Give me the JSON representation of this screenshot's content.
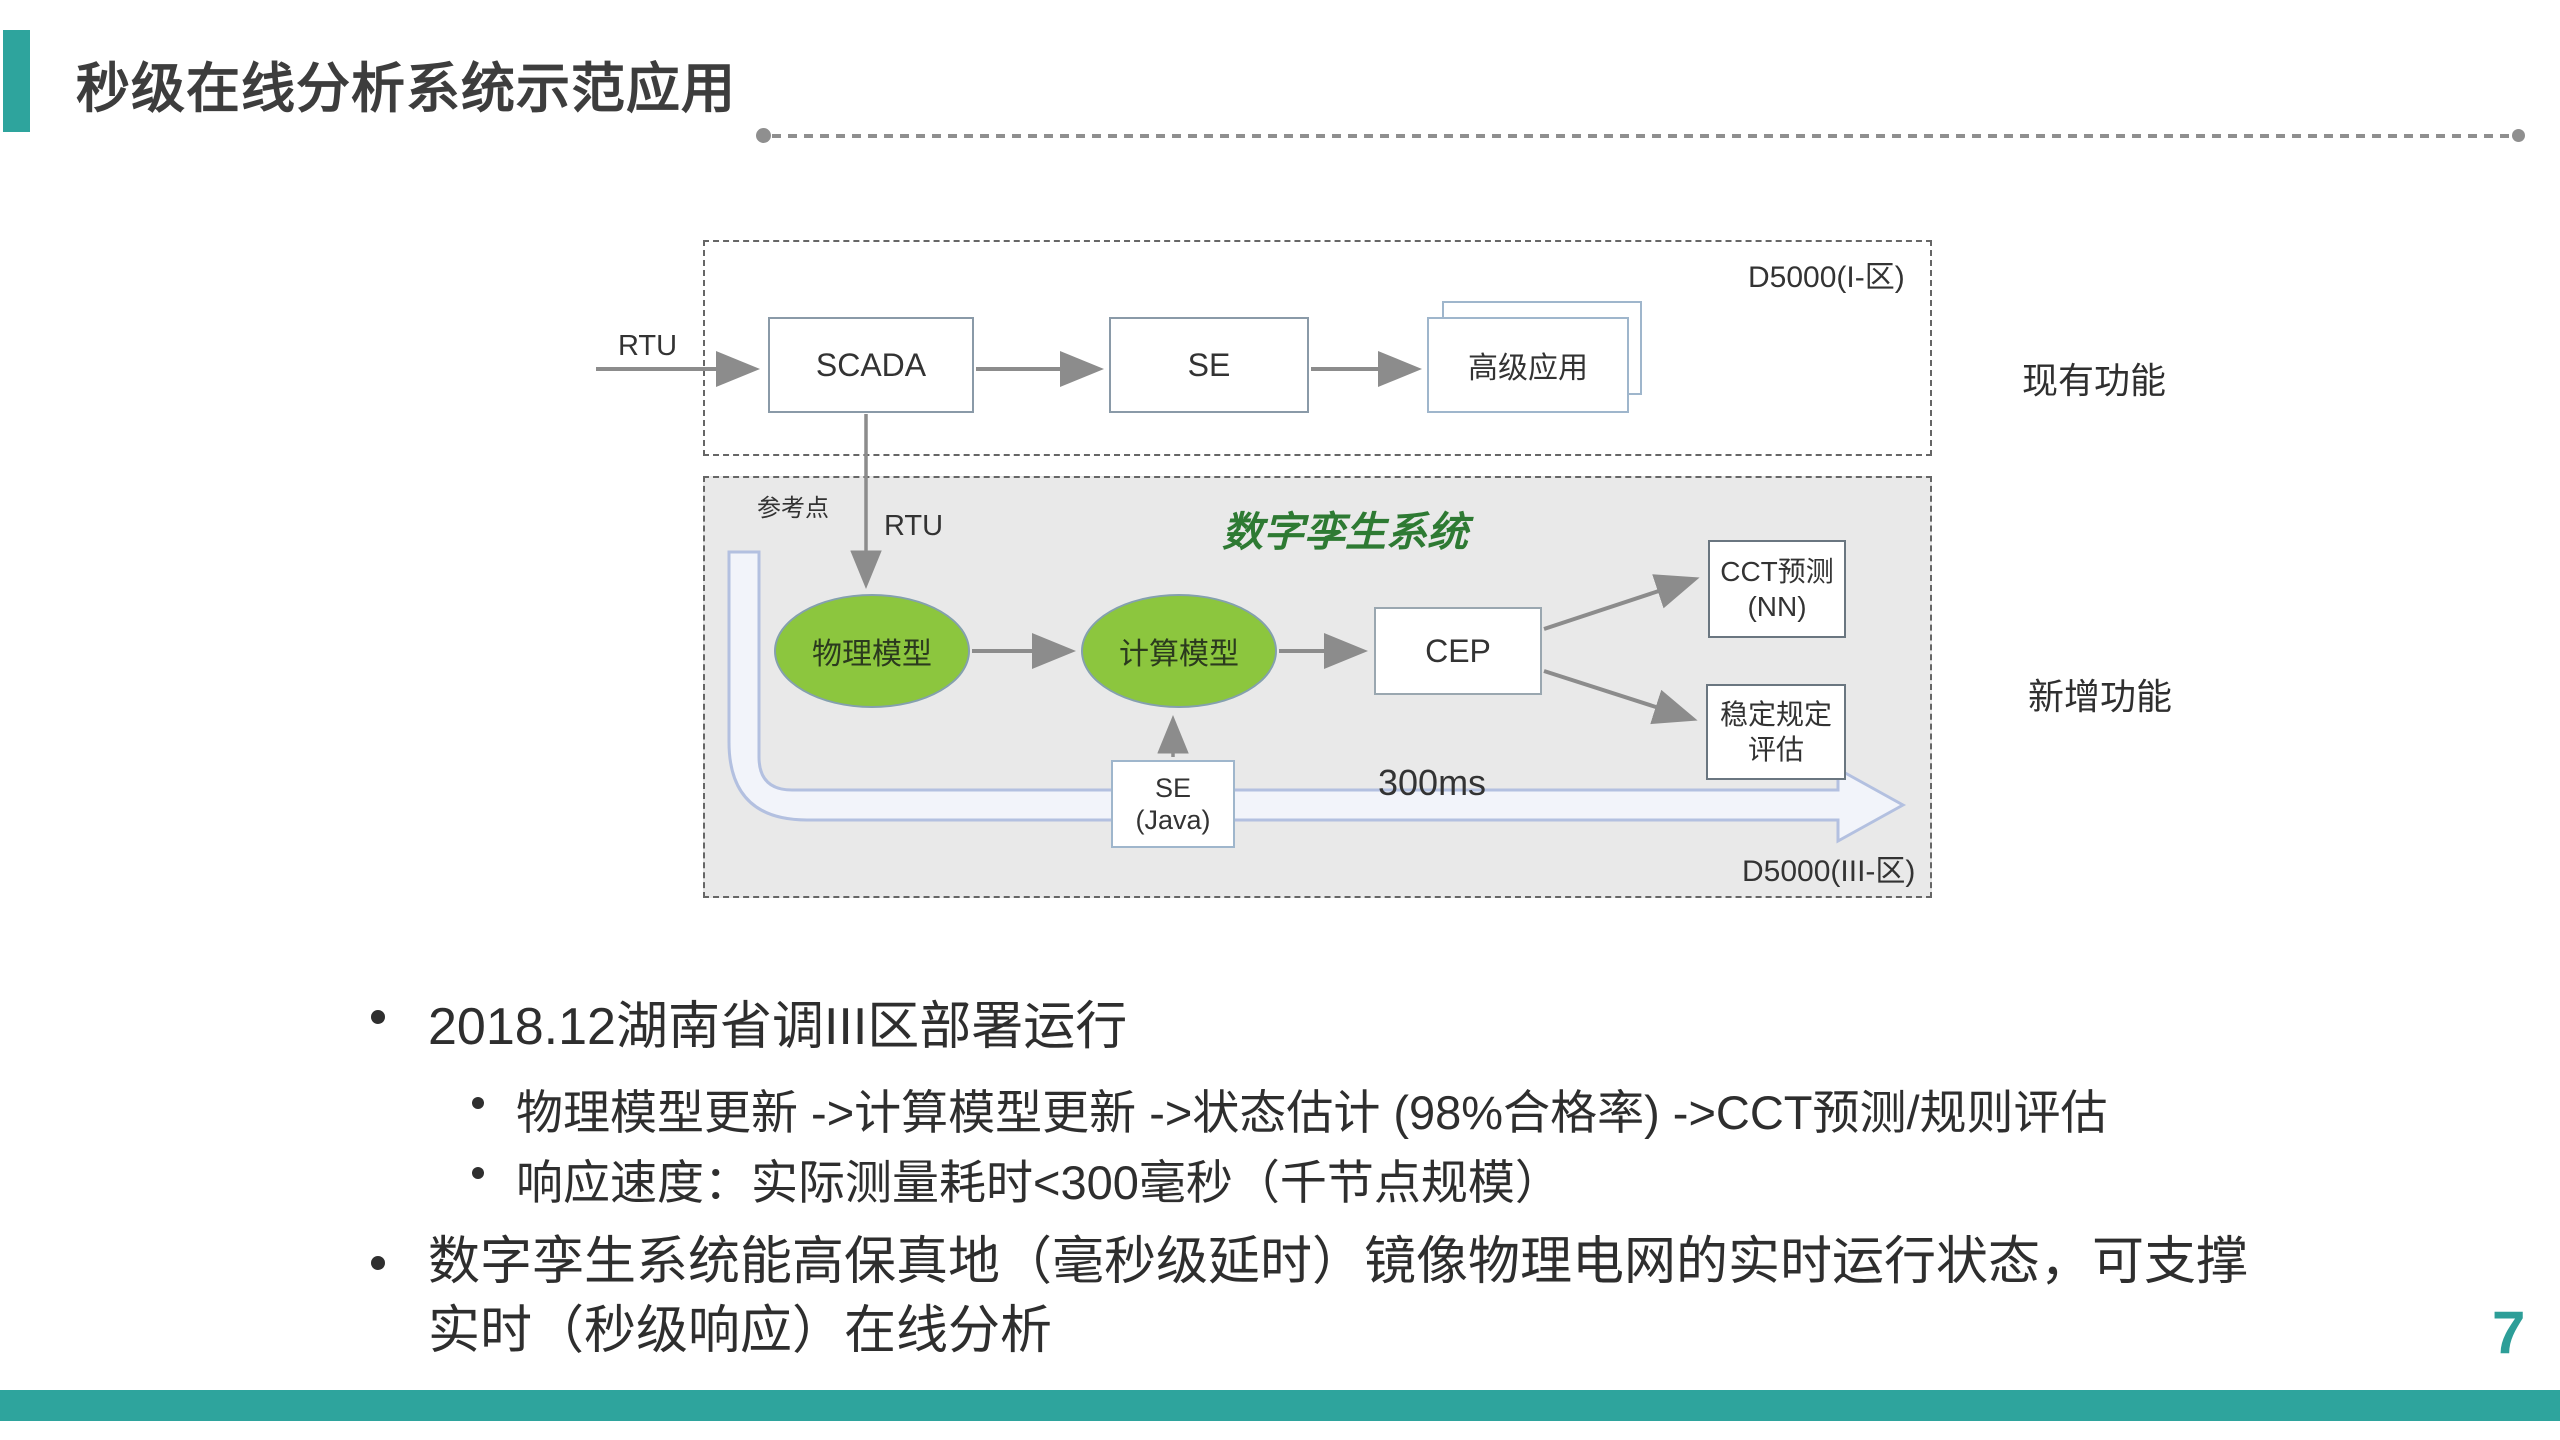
{
  "slide": {
    "title": "秒级在线分析系统示范应用",
    "page_number": "7",
    "accent_color": "#2ea49d"
  },
  "diagram": {
    "top_box": {
      "zone_label": "D5000(I-区)",
      "rtu_label": "RTU",
      "nodes": {
        "scada": "SCADA",
        "se": "SE",
        "advanced_app": "高级应用"
      },
      "side_label": "现有功能"
    },
    "bottom_box": {
      "zone_label": "D5000(III-区)",
      "ref_point_label": "参考点",
      "rtu_label": "RTU",
      "title": "数字孪生系统",
      "title_color": "#2e7a33",
      "ellipse_color": "#8cc63e",
      "nodes": {
        "physical_model": "物理模型",
        "compute_model": "计算模型",
        "cep": "CEP",
        "cct_line1": "CCT预测",
        "cct_line2": "(NN)",
        "stability_line1": "稳定规定",
        "stability_line2": "评估",
        "se_line1": "SE",
        "se_line2": "(Java)"
      },
      "latency_label": "300ms",
      "side_label": "新增功能"
    }
  },
  "bullets": {
    "item1": "2018.12湖南省调III区部署运行",
    "item1_subs": [
      "物理模型更新 ->计算模型更新 ->状态估计 (98%合格率) ->CCT预测/规则评估",
      "响应速度：实际测量耗时<300毫秒（千节点规模）"
    ],
    "item2_lines": [
      "数字孪生系统能高保真地（毫秒级延时）镜像物理电网的实时运行状态，可支撑",
      "实时（秒级响应）在线分析"
    ]
  }
}
